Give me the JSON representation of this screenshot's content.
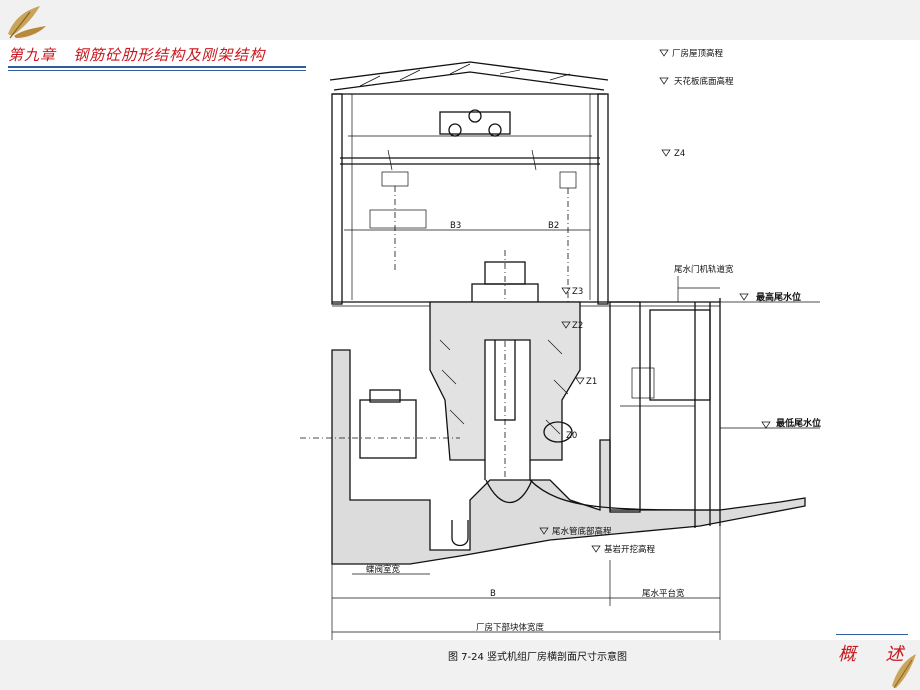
{
  "header": {
    "chapter_title": "第九章   钢筋砼肋形结构及刚架结构"
  },
  "footer": {
    "section_label": "概  述"
  },
  "figure": {
    "caption": "图 7-24    竖式机组厂房横剖面尺寸示意图",
    "labels": {
      "roof_elevation": "厂房屋顶高程",
      "ceiling_elevation": "天花板底面高程",
      "z4": "Z4",
      "tail_gate_track": "尾水门机轨道宽",
      "max_tail_water": "最高尾水位",
      "min_tail_water": "最低尾水位",
      "draft_tube_bottom": "尾水管底部高程",
      "bedrock_excavation": "基岩开挖高程",
      "valve_room_width": "蝶阀室宽",
      "B3": "B3",
      "B2": "B2",
      "B": "B",
      "z3": "Z3",
      "z2": "Z2",
      "z1": "Z1",
      "z0": "Z0",
      "tail_platform_width": "尾水平台宽",
      "substructure_width": "厂房下部块体宽度"
    }
  },
  "colors": {
    "chapter_text": "#c8171e",
    "rule": "#2f5d9e",
    "band": "#f1f1f1"
  },
  "icons": {
    "corner_logo": "leaf-ornament-icon"
  }
}
